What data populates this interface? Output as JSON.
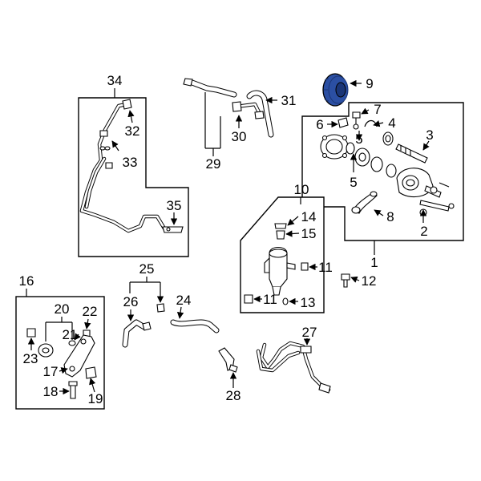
{
  "colors": {
    "highlight_part": "#2b4fa3",
    "highlight_dark": "#1a3577",
    "line": "#000000",
    "background": "#ffffff"
  },
  "callouts": {
    "c1": "1",
    "c2": "2",
    "c3": "3",
    "c4": "4",
    "c5a": "5",
    "c5b": "5",
    "c6": "6",
    "c7": "7",
    "c8": "8",
    "c9": "9",
    "c10": "10",
    "c11a": "11",
    "c11b": "11",
    "c12": "12",
    "c13": "13",
    "c14": "14",
    "c15": "15",
    "c16": "16",
    "c17": "17",
    "c18": "18",
    "c19": "19",
    "c20": "20",
    "c21": "21",
    "c22": "22",
    "c23": "23",
    "c24": "24",
    "c25": "25",
    "c26": "26",
    "c27": "27",
    "c28": "28",
    "c29": "29",
    "c30": "30",
    "c31": "31",
    "c32": "32",
    "c33": "33",
    "c34": "34",
    "c35": "35"
  }
}
